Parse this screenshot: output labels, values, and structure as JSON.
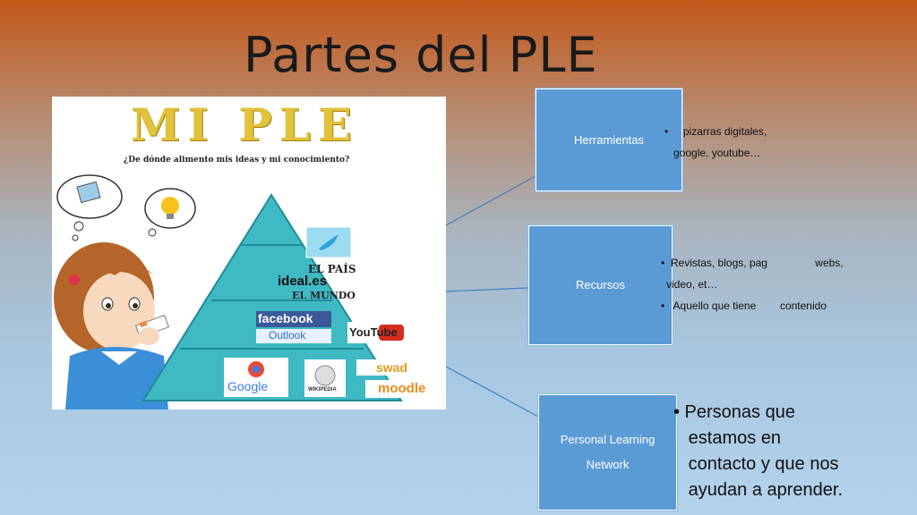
{
  "slide": {
    "title": "Partes del PLE"
  },
  "image": {
    "title": "MI PLE",
    "subtitle": "¿De dónde alimento mis ideas y mi conocimiento?",
    "pyramid_labels": [
      "EL PAÍS",
      "ideal.es",
      "EL MUNDO",
      "facebook",
      "Outlook",
      "YouTube",
      "Google",
      "WIKIPEDIA",
      "swad",
      "moodle"
    ]
  },
  "nodes": [
    {
      "label": "Herramientas",
      "bullets": [
        "•     pizarras digitales,",
        "   google, youtube…"
      ]
    },
    {
      "label": "Recursos",
      "bullets": [
        "•  Revistas, blogs, pag                webs,",
        "video, et…",
        "•   Aquello que tiene        contenido"
      ]
    },
    {
      "label_lines": [
        "Personal Learning",
        "Network"
      ],
      "bullets": [
        "• Personas que",
        "   estamos en",
        "   contacto y que nos",
        "   ayudan a aprender."
      ]
    }
  ],
  "colors": {
    "box": "#5b9bd5",
    "connector": "#3f7fbf",
    "pyramid": "#3fb9c4"
  }
}
